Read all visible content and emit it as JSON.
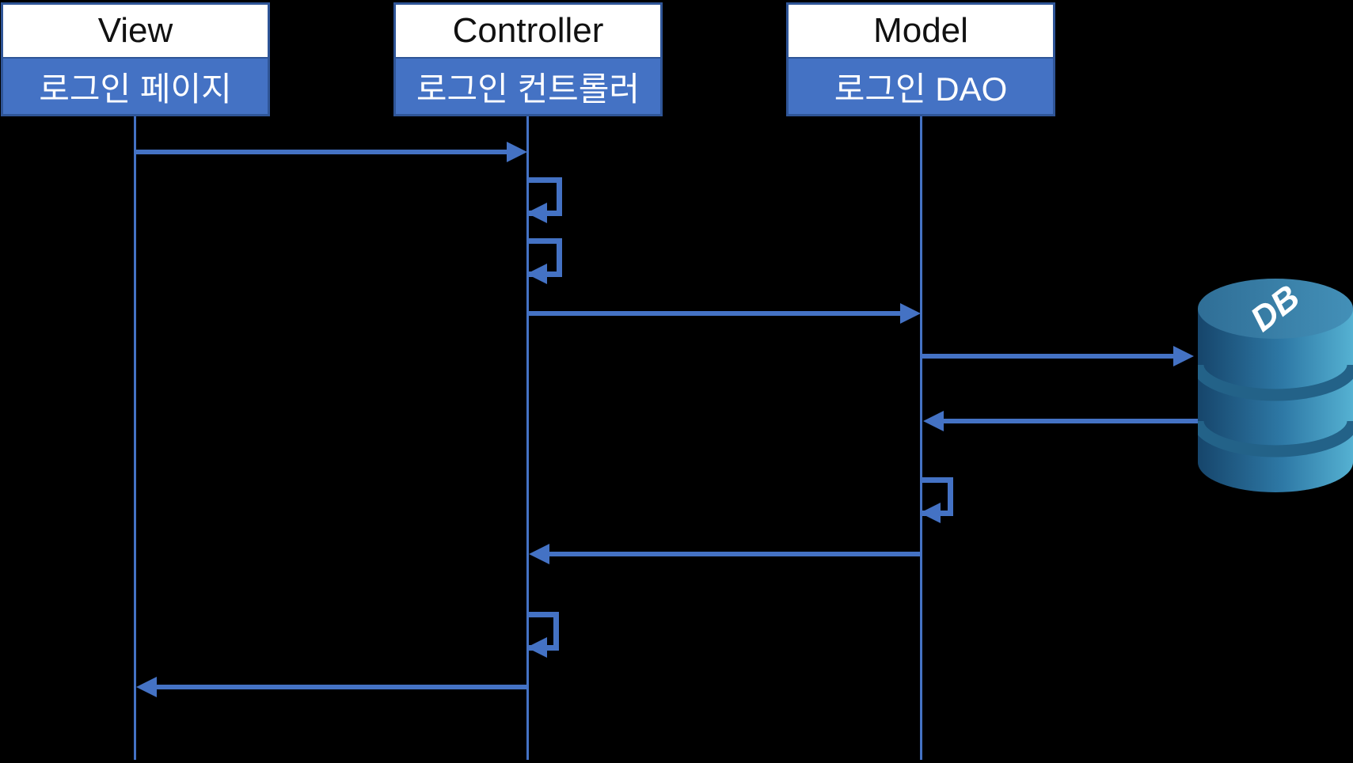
{
  "diagram": {
    "type": "sequence",
    "background_color": "#000000",
    "accent_color": "#4472C4",
    "border_color": "#2F5597",
    "actors": [
      {
        "id": "view",
        "title": "View",
        "subtitle": "로그인 페이지"
      },
      {
        "id": "controller",
        "title": "Controller",
        "subtitle": "로그인 컨트롤러"
      },
      {
        "id": "model",
        "title": "Model",
        "subtitle": "로그인 DAO"
      }
    ],
    "database": {
      "label": "DB"
    },
    "messages": [
      {
        "from": "view",
        "to": "controller",
        "kind": "call"
      },
      {
        "on": "controller",
        "kind": "self-call"
      },
      {
        "on": "controller",
        "kind": "self-call"
      },
      {
        "from": "controller",
        "to": "model",
        "kind": "call"
      },
      {
        "from": "model",
        "to": "database",
        "kind": "call"
      },
      {
        "from": "database",
        "to": "model",
        "kind": "return"
      },
      {
        "on": "model",
        "kind": "self-call"
      },
      {
        "from": "model",
        "to": "controller",
        "kind": "return"
      },
      {
        "on": "controller",
        "kind": "self-call"
      },
      {
        "from": "controller",
        "to": "view",
        "kind": "return"
      }
    ]
  }
}
